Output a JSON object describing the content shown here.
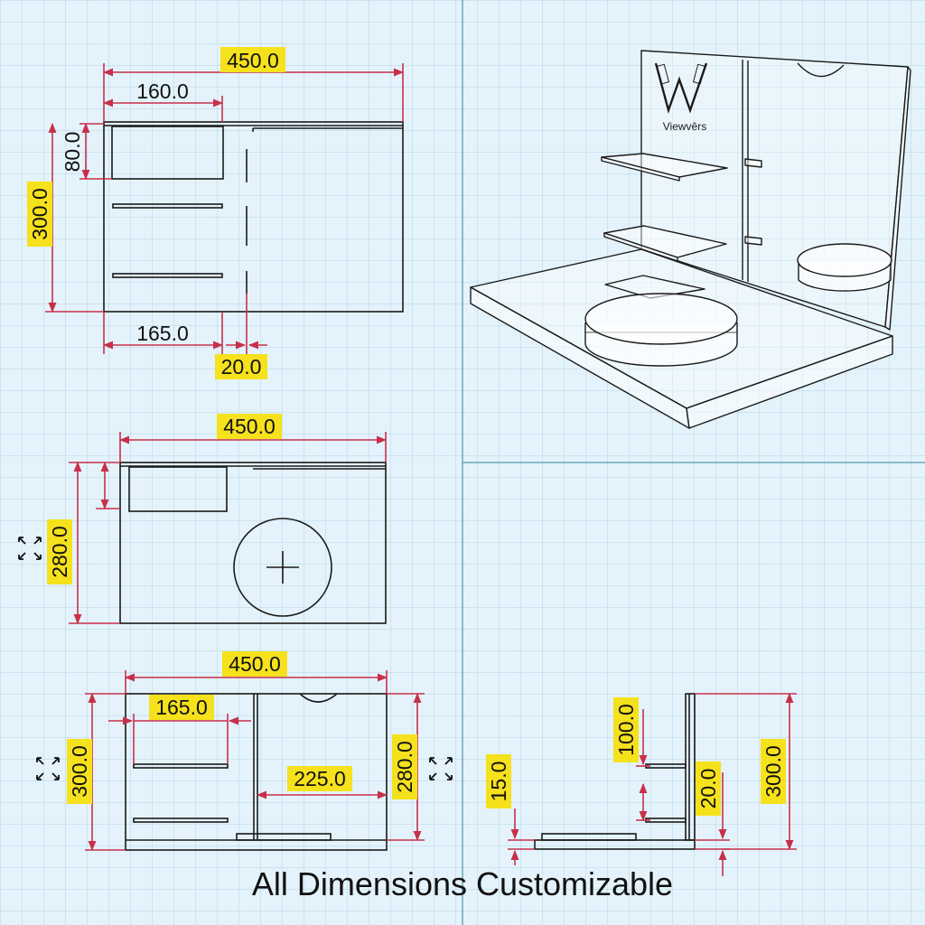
{
  "caption": "All Dimensions Customizable",
  "logo_text": "Viewvêrs",
  "colors": {
    "background": "#e4f3fb",
    "grid": "#b3d3e4",
    "dimension_line": "#c8304a",
    "label_highlight": "#f5e11c",
    "outline": "#1a1a1a"
  },
  "dimensions": {
    "front_width": "450.0",
    "front_top_compartment_width": "160.0",
    "front_top_compartment_height": "80.0",
    "front_height": "300.0",
    "front_bottom_width": "165.0",
    "front_gap": "20.0",
    "top_width": "450.0",
    "top_depth": "280.0",
    "back_width": "450.0",
    "back_shelf_width": "165.0",
    "back_height": "300.0",
    "back_right_width": "225.0",
    "back_right_height": "280.0",
    "side_upper_shelf": "100.0",
    "side_base_thickness": "15.0",
    "side_shelf_spacing": "20.0",
    "side_height": "300.0"
  },
  "icons": [
    "expand-arrows-icon",
    "expand-arrows-icon",
    "expand-arrows-icon"
  ]
}
